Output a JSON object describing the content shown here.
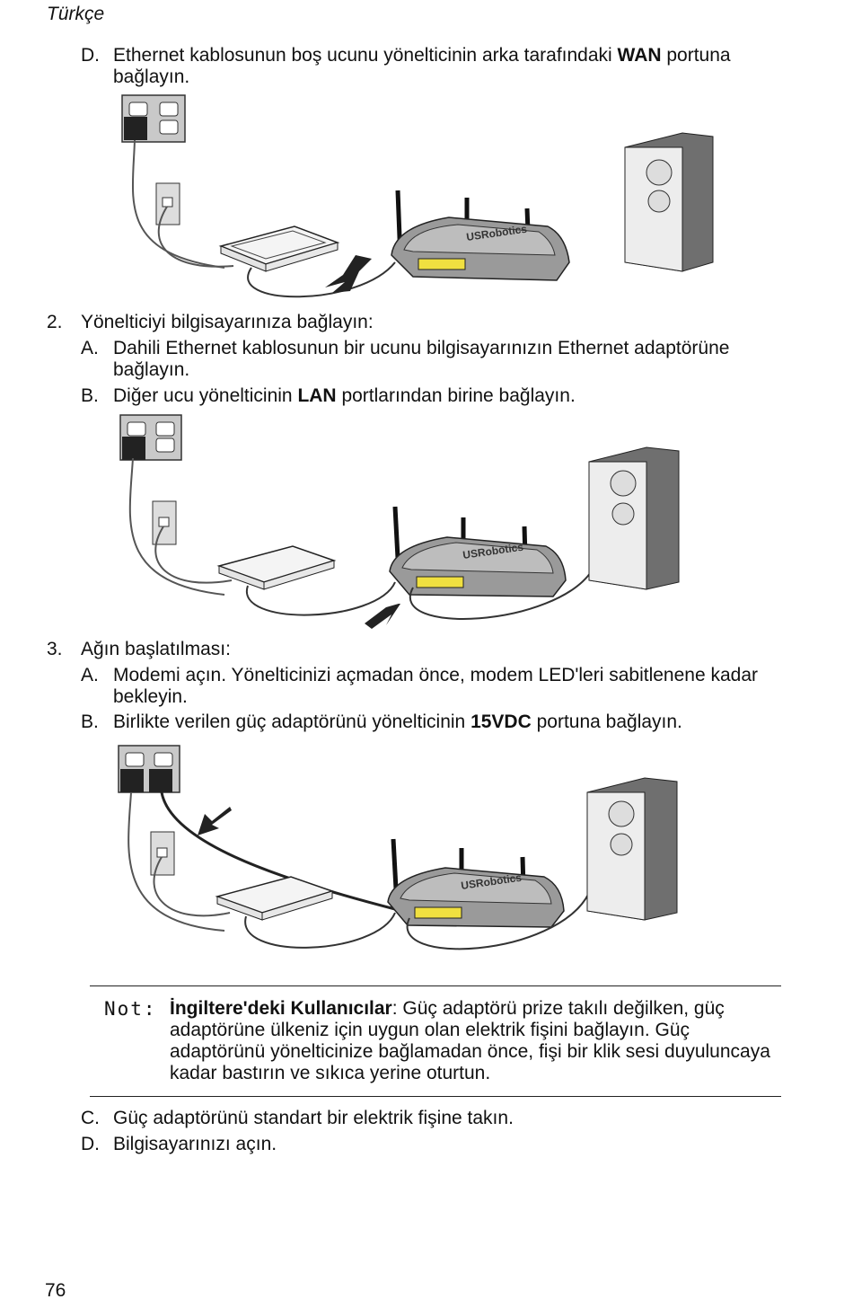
{
  "header": {
    "language": "Türkçe"
  },
  "section1": {
    "item_d": {
      "marker": "D.",
      "text_before": "Ethernet kablosunun boş ucunu yönelticinin arka tarafındaki ",
      "bold": "WAN",
      "text_after": " portuna bağlayın."
    }
  },
  "step2": {
    "number": "2.",
    "title": "Yönelticiyi bilgisayarınıza bağlayın:",
    "item_a": {
      "marker": "A.",
      "text": "Dahili Ethernet kablosunun bir ucunu bilgisayarınızın Ethernet adaptörüne bağlayın."
    },
    "item_b": {
      "marker": "B.",
      "text_before": "Diğer ucu yönelticinin ",
      "bold": "LAN",
      "text_after": " portlarından birine bağlayın."
    }
  },
  "step3": {
    "number": "3.",
    "title": "Ağın başlatılması:",
    "item_a": {
      "marker": "A.",
      "text": "Modemi açın. Yönelticinizi açmadan önce, modem LED'leri sabitlenene kadar bekleyin."
    },
    "item_b": {
      "marker": "B.",
      "text_before": "Birlikte verilen güç adaptörünü yönelticinin ",
      "bold": "15VDC",
      "text_after": " portuna bağlayın."
    }
  },
  "note": {
    "label": "Not:",
    "bold": "İngiltere'deki Kullanıcılar",
    "text": ": Güç adaptörü prize takılı değilken, güç adaptörüne ülkeniz için uygun olan elektrik fişini bağlayın. Güç adaptörünü yönelticinize bağlamadan önce, fişi bir klik sesi duyuluncaya kadar bastırın ve sıkıca yerine oturtun."
  },
  "final_steps": {
    "item_c": {
      "marker": "C.",
      "text": "Güç adaptörünü standart bir elektrik fişine takın."
    },
    "item_d": {
      "marker": "D.",
      "text": "Bilgisayarınızı açın."
    }
  },
  "illustration": {
    "router_brand": "USRobotics"
  },
  "page_number": "76"
}
